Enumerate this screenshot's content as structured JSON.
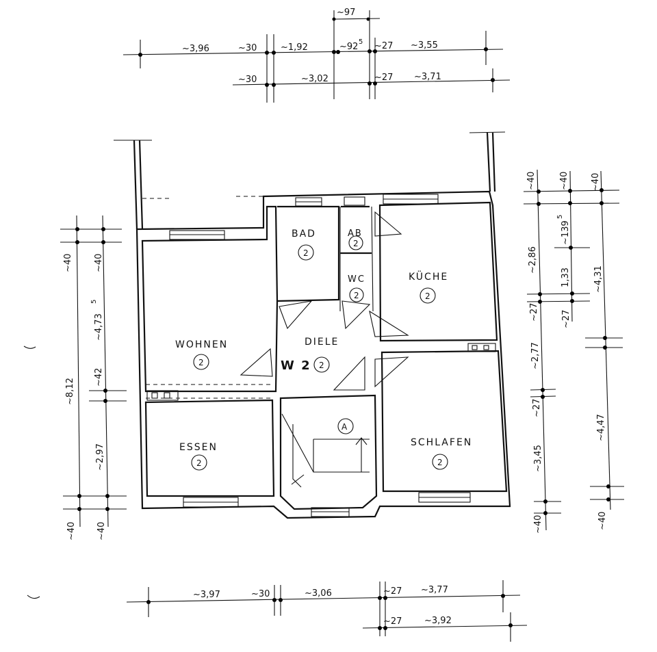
{
  "dimensions": {
    "top_row_1": [
      "~3,96",
      "~30",
      "~1,92",
      "~92",
      "5",
      "~27",
      "~3,55"
    ],
    "top_small": "~97",
    "top_row_2": [
      "~30",
      "~3,02",
      "~27",
      "~3,71"
    ],
    "left_outer": [
      "~40",
      "~8,12",
      "~40"
    ],
    "left_inner": [
      "~40",
      "~4,73",
      "5",
      "~42",
      "~2,97",
      "~40"
    ],
    "right_inner": [
      "~40",
      "~2,86",
      "~27",
      "~2,77",
      "~27",
      "~3,45",
      "~40"
    ],
    "right_mid": [
      "~40",
      "~139",
      "5",
      "1,33",
      "~27"
    ],
    "right_outer": [
      "~40",
      "~4,31",
      "~4,47",
      "~40"
    ],
    "bottom_row_1": [
      "~3,97",
      "~30",
      "~3,06",
      "~27",
      "~3,77"
    ],
    "bottom_row_2": [
      "~27",
      "~3,92"
    ]
  },
  "rooms": {
    "wohnen": {
      "label": "WOHNEN",
      "num": "2"
    },
    "essen": {
      "label": "ESSEN",
      "num": "2"
    },
    "bad": {
      "label": "BAD",
      "num": "2"
    },
    "ab": {
      "label": "AB",
      "num": "2"
    },
    "wc": {
      "label": "WC",
      "num": "2"
    },
    "kueche": {
      "label": "KÜCHE",
      "num": "2"
    },
    "diele": {
      "label": "DIELE"
    },
    "schlafen": {
      "label": "SCHLAFEN",
      "num": "2"
    },
    "unit": {
      "label": "W 2",
      "num": "2"
    },
    "stair": {
      "label": "A"
    }
  }
}
